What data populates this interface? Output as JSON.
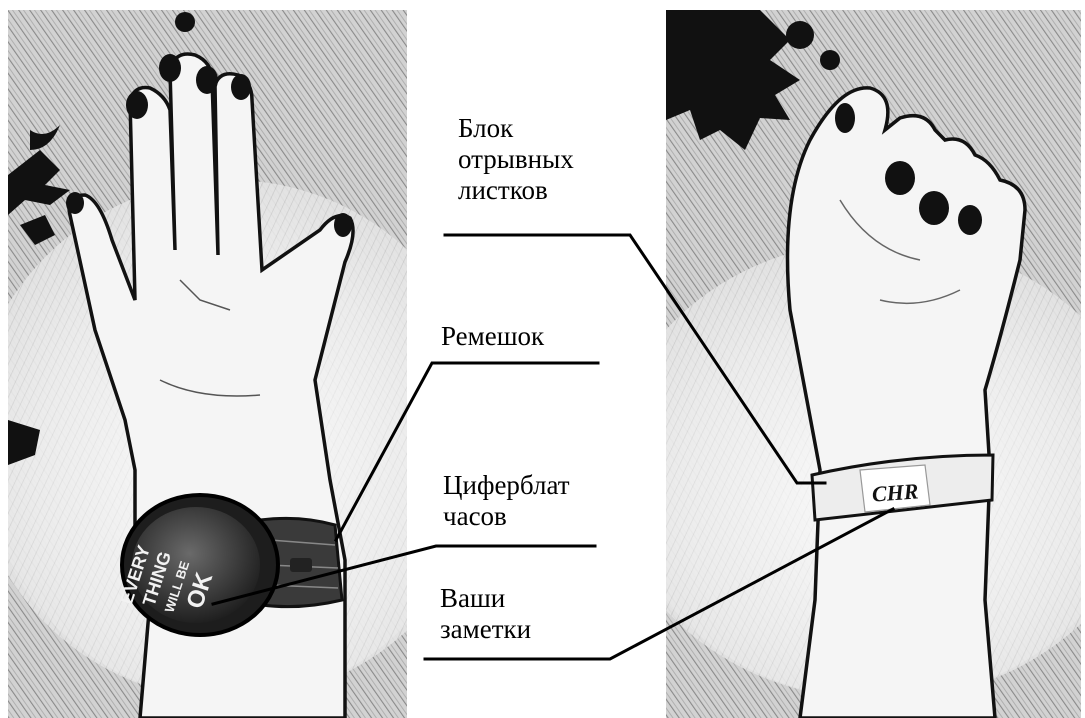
{
  "labels": {
    "block": [
      "Блок",
      "отрывных",
      "листков"
    ],
    "strap": "Ремешок",
    "dial": [
      "Циферблат",
      "часов"
    ],
    "notes": [
      "Ваши",
      "заметки"
    ]
  },
  "watch_face_text": [
    "EVERY",
    "THING",
    "WILL BE",
    "OK"
  ],
  "bracelet_text": "CHR",
  "colors": {
    "ink": "#000000",
    "paper": "#ffffff",
    "sketch_bg": "#c8c8c8",
    "skin": "#f2f2f2"
  }
}
